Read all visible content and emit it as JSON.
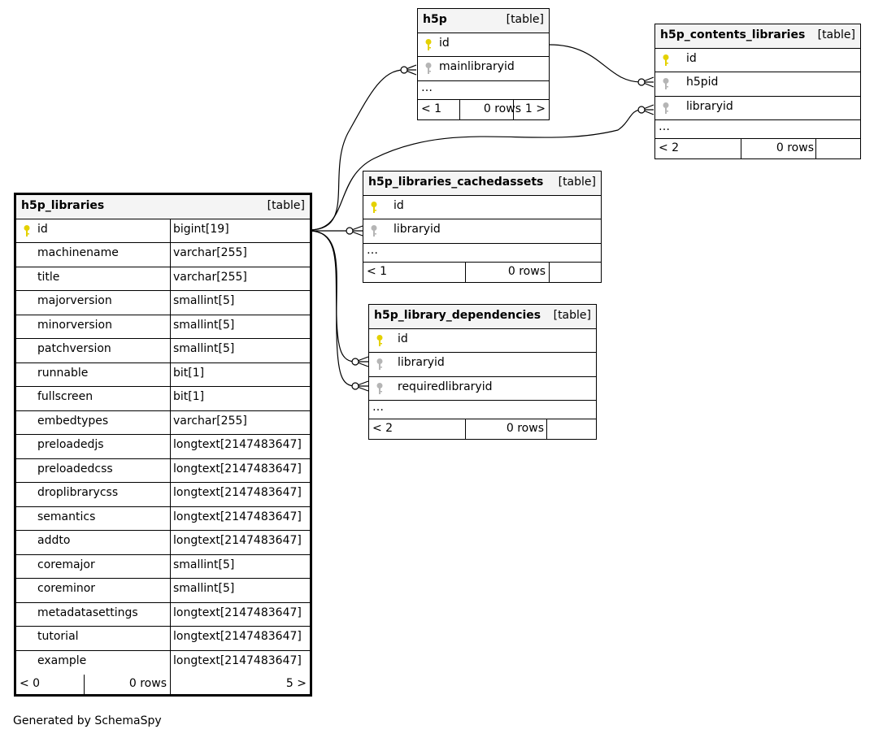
{
  "colors": {
    "primary_key": "#e4d100",
    "foreign_key": "#b5b5b5",
    "header_bg": "#f4f4f4",
    "line": "#000000"
  },
  "tables": {
    "h5p": {
      "name": "h5p",
      "kind": "[table]",
      "columns": [
        {
          "name": "id",
          "icon": "primary-key-icon"
        },
        {
          "name": "mainlibraryid",
          "icon": "foreign-key-icon"
        }
      ],
      "ellipsis": "…",
      "footer": {
        "prev": "< 1",
        "rows": "0 rows",
        "next": "1 >"
      }
    },
    "h5p_contents_libraries": {
      "name": "h5p_contents_libraries",
      "kind": "[table]",
      "columns": [
        {
          "name": "id",
          "icon": "primary-key-icon"
        },
        {
          "name": "h5pid",
          "icon": "foreign-key-icon"
        },
        {
          "name": "libraryid",
          "icon": "foreign-key-icon"
        }
      ],
      "ellipsis": "…",
      "footer": {
        "prev": "< 2",
        "rows": "0 rows",
        "next": ""
      }
    },
    "h5p_libraries_cachedassets": {
      "name": "h5p_libraries_cachedassets",
      "kind": "[table]",
      "columns": [
        {
          "name": "id",
          "icon": "primary-key-icon"
        },
        {
          "name": "libraryid",
          "icon": "foreign-key-icon"
        }
      ],
      "ellipsis": "…",
      "footer": {
        "prev": "< 1",
        "rows": "0 rows",
        "next": ""
      }
    },
    "h5p_library_dependencies": {
      "name": "h5p_library_dependencies",
      "kind": "[table]",
      "columns": [
        {
          "name": "id",
          "icon": "primary-key-icon"
        },
        {
          "name": "libraryid",
          "icon": "foreign-key-icon"
        },
        {
          "name": "requiredlibraryid",
          "icon": "foreign-key-icon"
        }
      ],
      "ellipsis": "…",
      "footer": {
        "prev": "< 2",
        "rows": "0 rows",
        "next": ""
      }
    },
    "h5p_libraries": {
      "name": "h5p_libraries",
      "kind": "[table]",
      "columns": [
        {
          "name": "id",
          "type": "bigint[19]",
          "icon": "primary-key-icon"
        },
        {
          "name": "machinename",
          "type": "varchar[255]"
        },
        {
          "name": "title",
          "type": "varchar[255]"
        },
        {
          "name": "majorversion",
          "type": "smallint[5]"
        },
        {
          "name": "minorversion",
          "type": "smallint[5]"
        },
        {
          "name": "patchversion",
          "type": "smallint[5]"
        },
        {
          "name": "runnable",
          "type": "bit[1]"
        },
        {
          "name": "fullscreen",
          "type": "bit[1]"
        },
        {
          "name": "embedtypes",
          "type": "varchar[255]"
        },
        {
          "name": "preloadedjs",
          "type": "longtext[2147483647]"
        },
        {
          "name": "preloadedcss",
          "type": "longtext[2147483647]"
        },
        {
          "name": "droplibrarycss",
          "type": "longtext[2147483647]"
        },
        {
          "name": "semantics",
          "type": "longtext[2147483647]"
        },
        {
          "name": "addto",
          "type": "longtext[2147483647]"
        },
        {
          "name": "coremajor",
          "type": "smallint[5]"
        },
        {
          "name": "coreminor",
          "type": "smallint[5]"
        },
        {
          "name": "metadatasettings",
          "type": "longtext[2147483647]"
        },
        {
          "name": "tutorial",
          "type": "longtext[2147483647]"
        },
        {
          "name": "example",
          "type": "longtext[2147483647]"
        }
      ],
      "footer": {
        "prev": "< 0",
        "rows": "0 rows",
        "next": "5 >"
      }
    }
  },
  "credit": "Generated by SchemaSpy"
}
